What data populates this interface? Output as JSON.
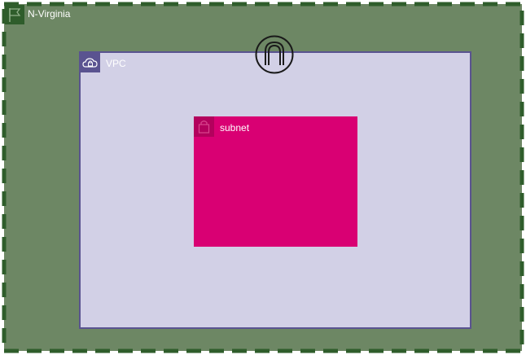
{
  "region": {
    "label": "N-Virginia",
    "icon": "flag-icon",
    "fill": "#6d8764",
    "border_color": "#2f5d2b"
  },
  "vpc": {
    "label": "VPC",
    "icon": "cloud-lock-icon",
    "fill": "#d2d0e6",
    "border_color": "#5a5390"
  },
  "subnet": {
    "label": "subnet",
    "icon": "lock-icon",
    "fill": "#d90073"
  },
  "gateway": {
    "icon": "internet-gateway-icon"
  }
}
